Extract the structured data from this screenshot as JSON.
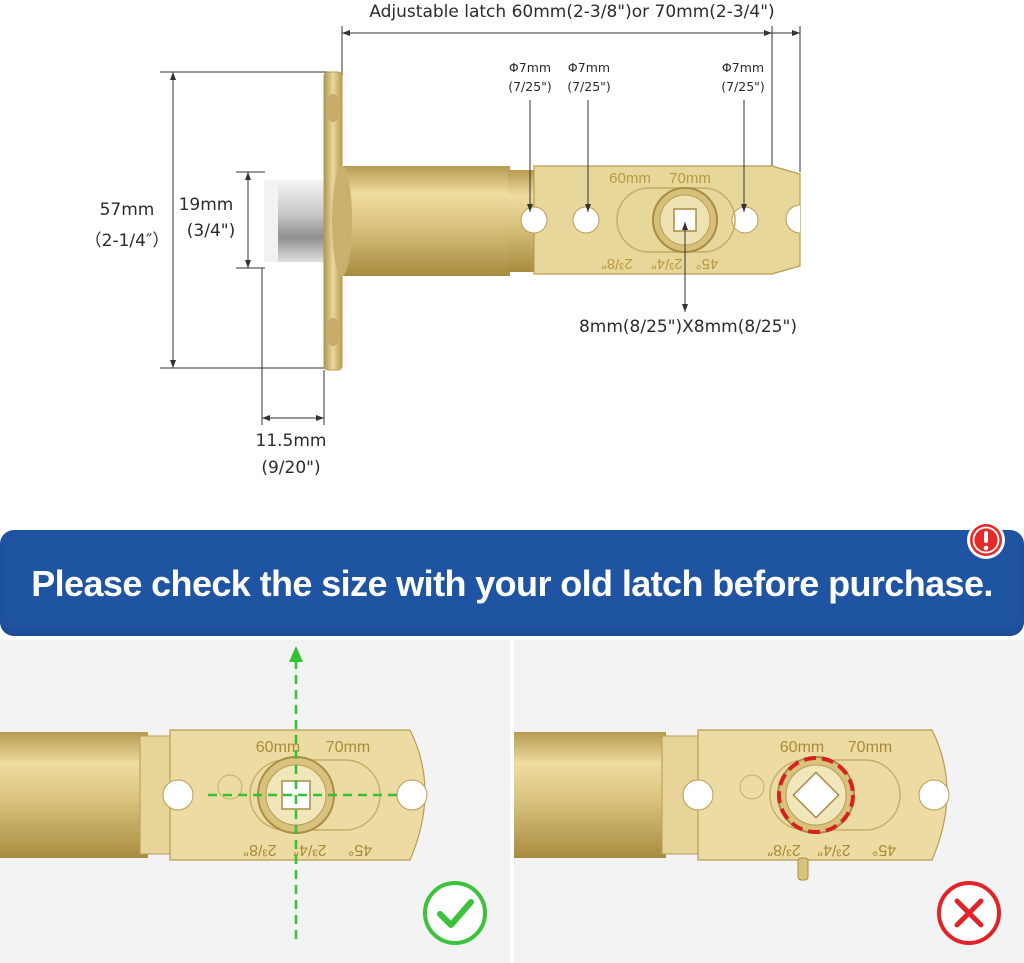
{
  "diagram": {
    "latch_length": "Adjustable latch 60mm(2-3/8\")or 70mm(2-3/4\")",
    "height_mm": "57mm",
    "height_in": "（2-1/4″）",
    "bolt_mm": "19mm",
    "bolt_in": "(3/4\")",
    "depth_mm": "11.5mm",
    "depth_in": "(9/20\")",
    "hole1_mm": "Φ7mm",
    "hole1_in": "(7/25\")",
    "hole2_mm": "Φ7mm",
    "hole2_in": "(7/25\")",
    "hole3_mm": "Φ7mm",
    "hole3_in": "(7/25\")",
    "square_hole": "8mm(8/25\")X8mm(8/25\")",
    "plate_label_60": "60mm",
    "plate_label_70": "70mm",
    "plate_label_45": "45°",
    "plate_label_234": "2³/4″",
    "plate_label_238": "2³/8″"
  },
  "banner": {
    "text": "Please check the size with your old latch before purchase.",
    "alert_icon": "exclamation-icon"
  },
  "examples": {
    "correct": {
      "icon": "check-icon",
      "plate_60": "60mm",
      "plate_70": "70mm",
      "plate_45": "45°",
      "plate_234": "2³/4″",
      "plate_238": "2³/8″"
    },
    "wrong": {
      "icon": "cross-icon",
      "plate_60": "60mm",
      "plate_70": "70mm",
      "plate_45": "45°",
      "plate_234": "2³/4″",
      "plate_238": "2³/8″"
    }
  },
  "colors": {
    "banner": "#1f54a3",
    "brass": "#d6c07a",
    "check": "#3cc23c",
    "cross": "#e0242a",
    "guide_green": "#33c233",
    "guide_red": "#d92020"
  }
}
